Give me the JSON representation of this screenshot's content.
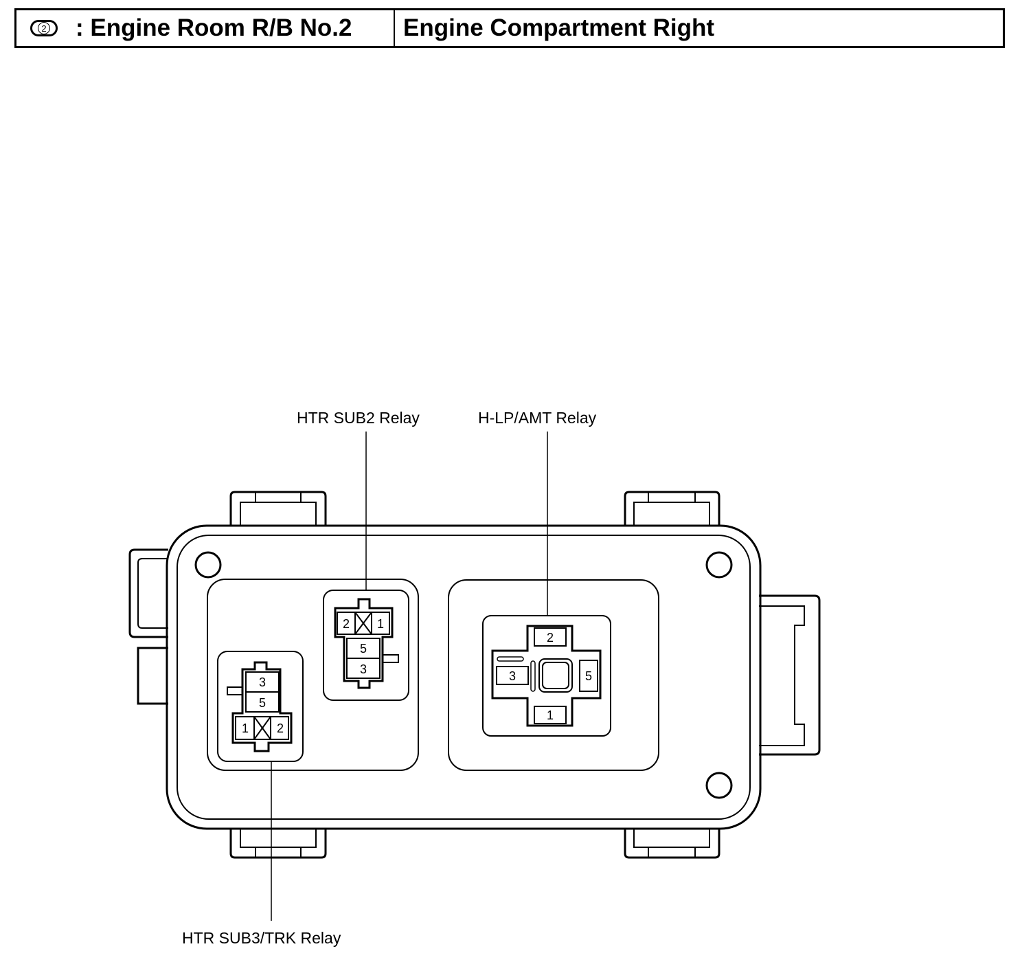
{
  "header": {
    "connector_number": "2",
    "title": ": Engine Room R/B No.2",
    "location": "Engine Compartment Right"
  },
  "labels": {
    "htr_sub2": "HTR SUB2 Relay",
    "hlp_amt": "H-LP/AMT Relay",
    "htr_sub3": "HTR SUB3/TRK Relay"
  },
  "relays": {
    "htr_sub2": {
      "top_left": "2",
      "top_right": "1",
      "middle": "5",
      "bottom": "3"
    },
    "htr_sub3": {
      "top": "3",
      "middle": "5",
      "bottom_left": "1",
      "bottom_right": "2"
    },
    "hlp_amt": {
      "top": "2",
      "left": "3",
      "right": "5",
      "bottom": "1"
    }
  }
}
